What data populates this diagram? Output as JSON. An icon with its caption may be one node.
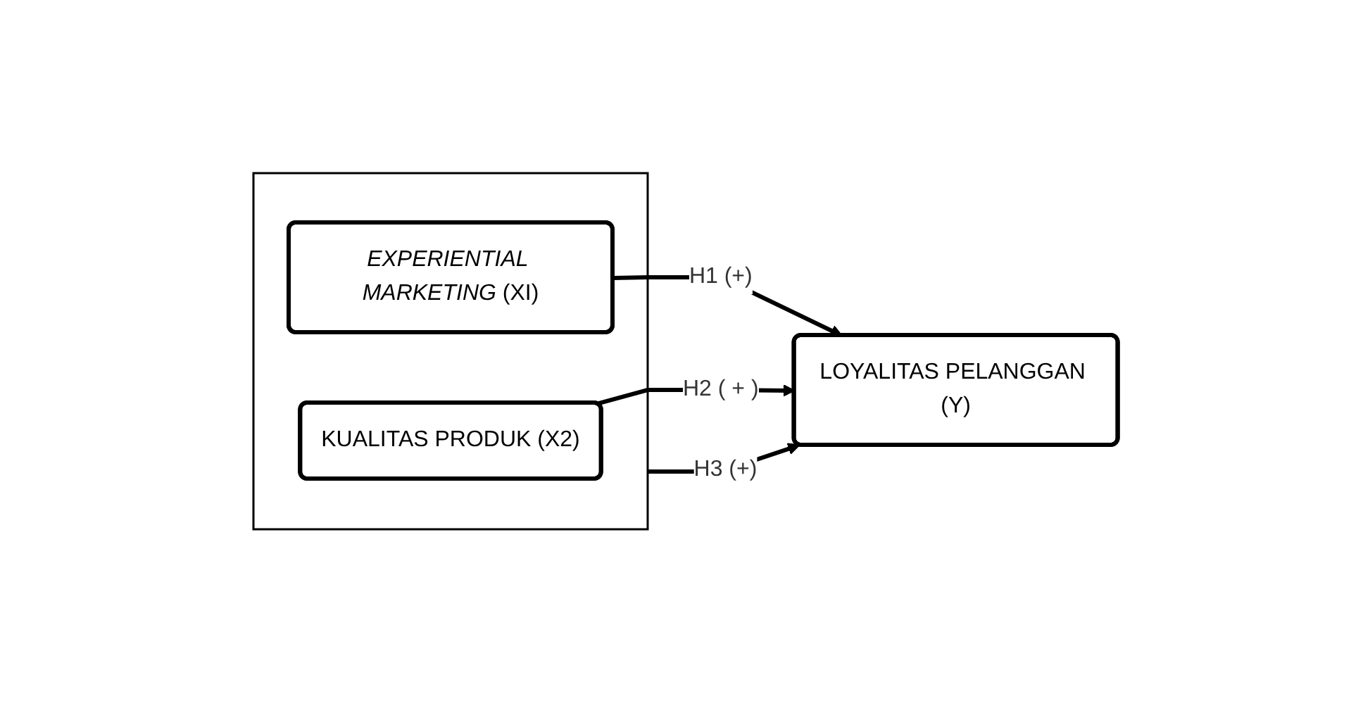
{
  "diagram": {
    "nodes": [
      {
        "text": [],
        "shape": "box"
      },
      {
        "text": [
          "*EXPERIENTIAL MARKETING* (XI)"
        ],
        "in": 0
      },
      {
        "text": [
          "KUALITAS PRODUK (X2)"
        ],
        "in": 0
      },
      {
        "text": [
          "LOYALITAS PELANGGAN (Y)"
        ]
      }
    ],
    "edges": [
      {
        "from": 1,
        "to": 3,
        "arrow": "to",
        "label": "H1 (+)"
      },
      {
        "from": 2,
        "to": 3,
        "arrow": "to",
        "label": "H2 ( + )"
      },
      {
        "from": 0,
        "to": 3,
        "arrow": "to",
        "label": "H3 (+)"
      }
    ]
  }
}
